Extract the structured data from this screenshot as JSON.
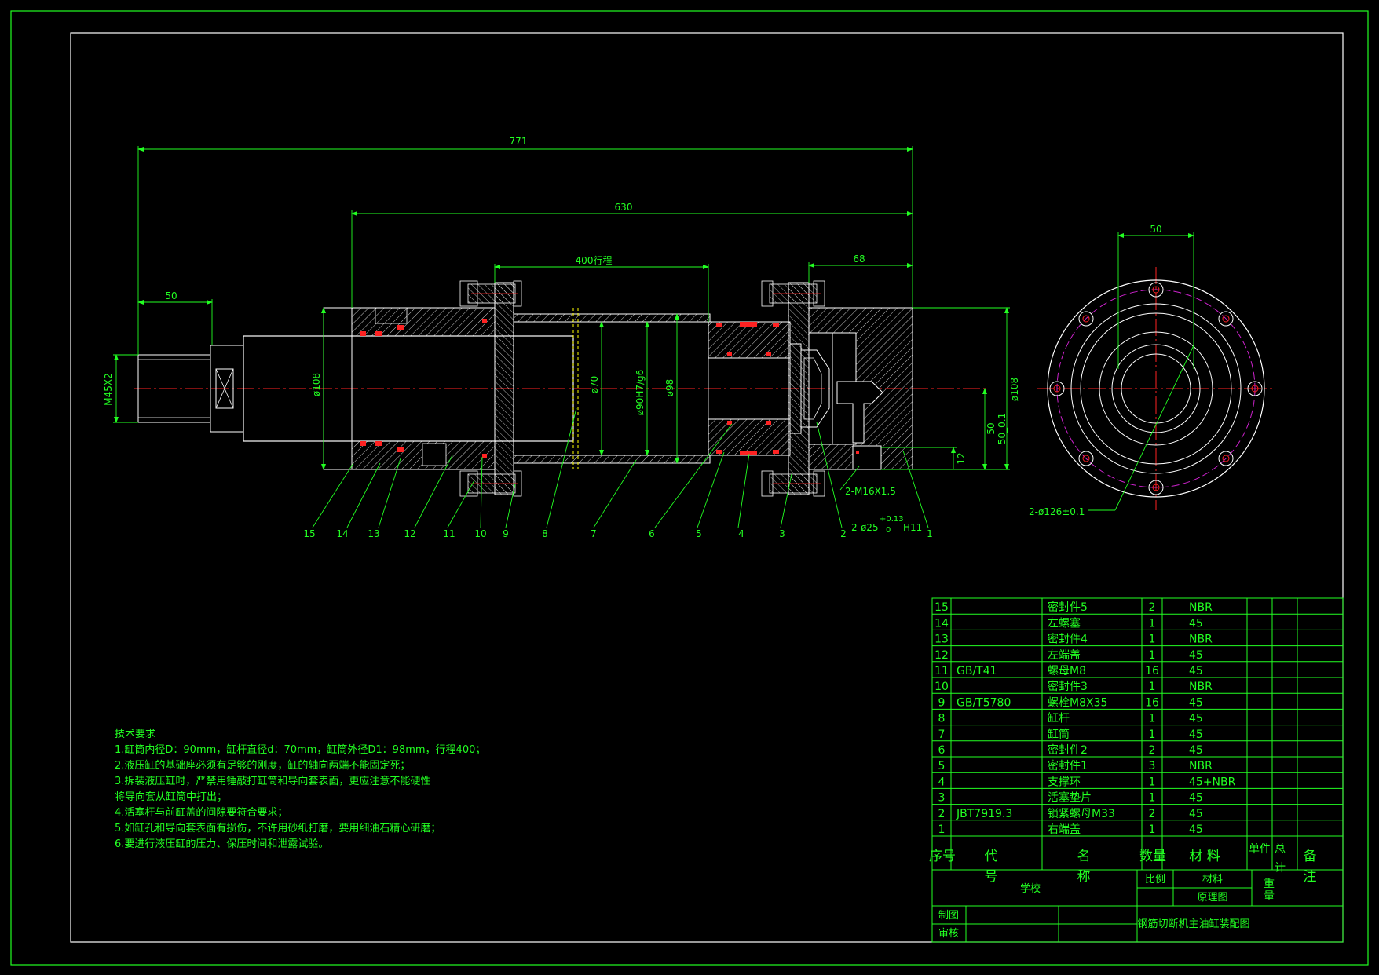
{
  "colors": {
    "background": "#000000",
    "geometry": "#ffffff",
    "annotation": "#22ff22",
    "centerline": "#ff2222",
    "seal": "#ff2222",
    "hidden": "#ffff00",
    "bolt_circle": "#cc22cc"
  },
  "dimensions": {
    "total_length": "771",
    "cylinder_length": "630",
    "stroke": "400行程",
    "end_length": "68",
    "thread_length": "50",
    "flange_width": "50",
    "thread_size": "M45X2",
    "rod_dia_108": "ø108",
    "rod_dia_70": "ø70",
    "bore_fit": "ø90H7/g6",
    "outer_dia_98": "ø98",
    "end_dia_108": "ø108",
    "port_offset": "50",
    "port_tol": "50_0.1",
    "port_height": "12",
    "port_thread": "2-M16X1.5",
    "port_dia": "2-ø25",
    "port_fit": "H11",
    "port_tol_upper": "+0.13",
    "port_tol_lower": "0",
    "bolt_circle": "2-ø126±0.1"
  },
  "callouts": [
    "15",
    "14",
    "13",
    "12",
    "11",
    "10",
    "9",
    "8",
    "7",
    "6",
    "5",
    "4",
    "3",
    "2",
    "1"
  ],
  "tech_requirements": {
    "title": "技术要求",
    "lines": [
      "1.缸筒内径D：90mm，缸杆直径d：70mm，缸筒外径D1：98mm，行程400；",
      "2.液压缸的基础座必须有足够的刚度，缸的轴向两端不能固定死；",
      "3.拆装液压缸时，严禁用锤敲打缸筒和导向套表面，更应注意不能硬性",
      "将导向套从缸筒中打出；",
      "4.活塞杆与前缸盖的间隙要符合要求；",
      "5.如缸孔和导向套表面有损伤，不许用砂纸打磨，要用细油石精心研磨；",
      "6.要进行液压缸的压力、保压时间和泄露试验。"
    ]
  },
  "bom": {
    "rows": [
      {
        "no": "15",
        "code": "",
        "name": "密封件5",
        "qty": "2",
        "material": "NBR"
      },
      {
        "no": "14",
        "code": "",
        "name": "左螺塞",
        "qty": "1",
        "material": "45"
      },
      {
        "no": "13",
        "code": "",
        "name": "密封件4",
        "qty": "1",
        "material": "NBR"
      },
      {
        "no": "12",
        "code": "",
        "name": "左端盖",
        "qty": "1",
        "material": "45"
      },
      {
        "no": "11",
        "code": "GB/T41",
        "name": "螺母M8",
        "qty": "16",
        "material": "45"
      },
      {
        "no": "10",
        "code": "",
        "name": "密封件3",
        "qty": "1",
        "material": "NBR"
      },
      {
        "no": "9",
        "code": "GB/T5780",
        "name": "螺栓M8X35",
        "qty": "16",
        "material": "45"
      },
      {
        "no": "8",
        "code": "",
        "name": "缸杆",
        "qty": "1",
        "material": "45"
      },
      {
        "no": "7",
        "code": "",
        "name": "缸筒",
        "qty": "1",
        "material": "45"
      },
      {
        "no": "6",
        "code": "",
        "name": "密封件2",
        "qty": "2",
        "material": "45"
      },
      {
        "no": "5",
        "code": "",
        "name": "密封件1",
        "qty": "3",
        "material": "NBR"
      },
      {
        "no": "4",
        "code": "",
        "name": "支撑环",
        "qty": "1",
        "material": "45+NBR"
      },
      {
        "no": "3",
        "code": "",
        "name": "活塞垫片",
        "qty": "1",
        "material": "45"
      },
      {
        "no": "2",
        "code": "JBT7919.3",
        "name": "锁紧螺母M33",
        "qty": "2",
        "material": "45"
      },
      {
        "no": "1",
        "code": "",
        "name": "右端盖",
        "qty": "1",
        "material": "45"
      }
    ],
    "header": {
      "no": "序号",
      "code": "代",
      "code2": "号",
      "name": "名",
      "name2": "称",
      "qty": "数量",
      "material": "材 料",
      "unit": "单件",
      "total": "总",
      "total2": "计",
      "weight": "重",
      "weight2": "量",
      "remark": "备",
      "remark2": "注"
    }
  },
  "title_block": {
    "school": "学校",
    "scale_label": "比例",
    "material_label": "材料",
    "drawing_type": "原理图",
    "drawn_by": "制图",
    "checked_by": "审核",
    "drawing_title": "钢筋切断机主油缸装配图"
  }
}
